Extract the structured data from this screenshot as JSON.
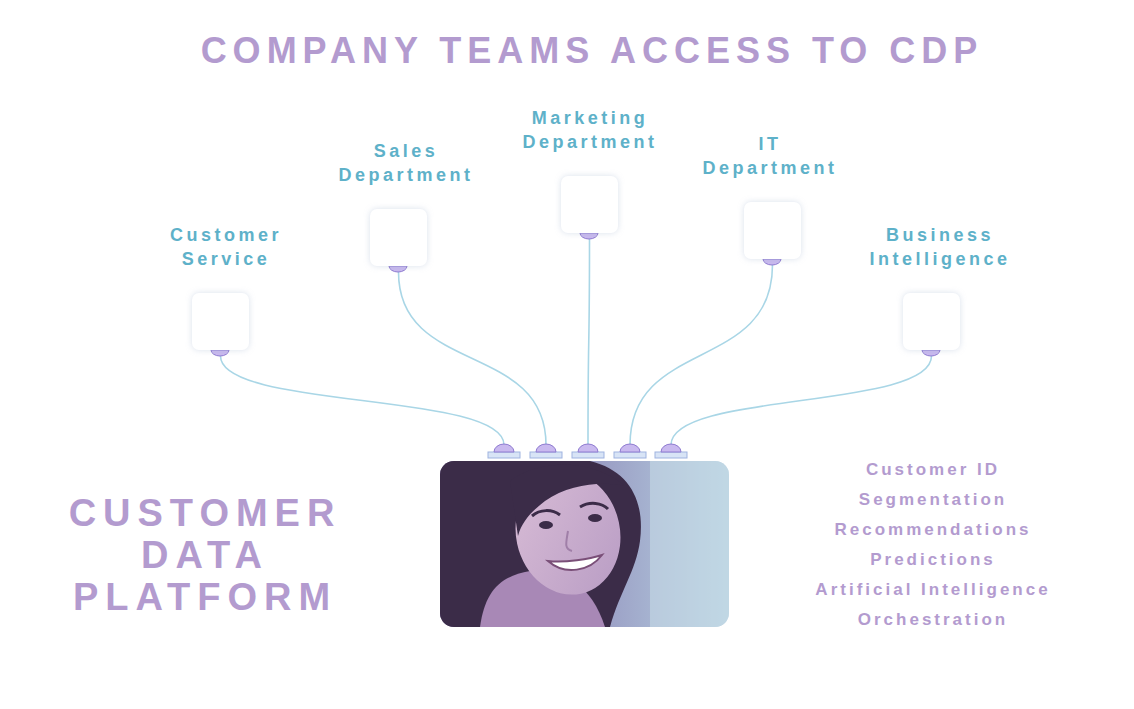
{
  "diagram": {
    "title": "COMPANY TEAMS ACCESS TO CDP",
    "nodes": [
      {
        "text": [
          "Customer Service"
        ]
      },
      {
        "text": [
          "Sales Department"
        ]
      },
      {
        "text": [
          "Marketing Department"
        ]
      },
      {
        "text": [
          "IT Department"
        ]
      },
      {
        "text": [
          "Business Intelligence"
        ]
      },
      {
        "text": [
          "CUSTOMER DATA PLATFORM"
        ]
      }
    ],
    "edges": [
      {
        "from": 0,
        "to": 5,
        "arrow": "none"
      },
      {
        "from": 1,
        "to": 5,
        "arrow": "none"
      },
      {
        "from": 2,
        "to": 5,
        "arrow": "none"
      },
      {
        "from": 3,
        "to": 5,
        "arrow": "none"
      },
      {
        "from": 4,
        "to": 5,
        "arrow": "none"
      }
    ],
    "labels": [
      "Customer ID",
      "Segmentation",
      "Recommendations",
      "Predictions",
      "Artificial Intelligence",
      "Orchestration"
    ]
  }
}
